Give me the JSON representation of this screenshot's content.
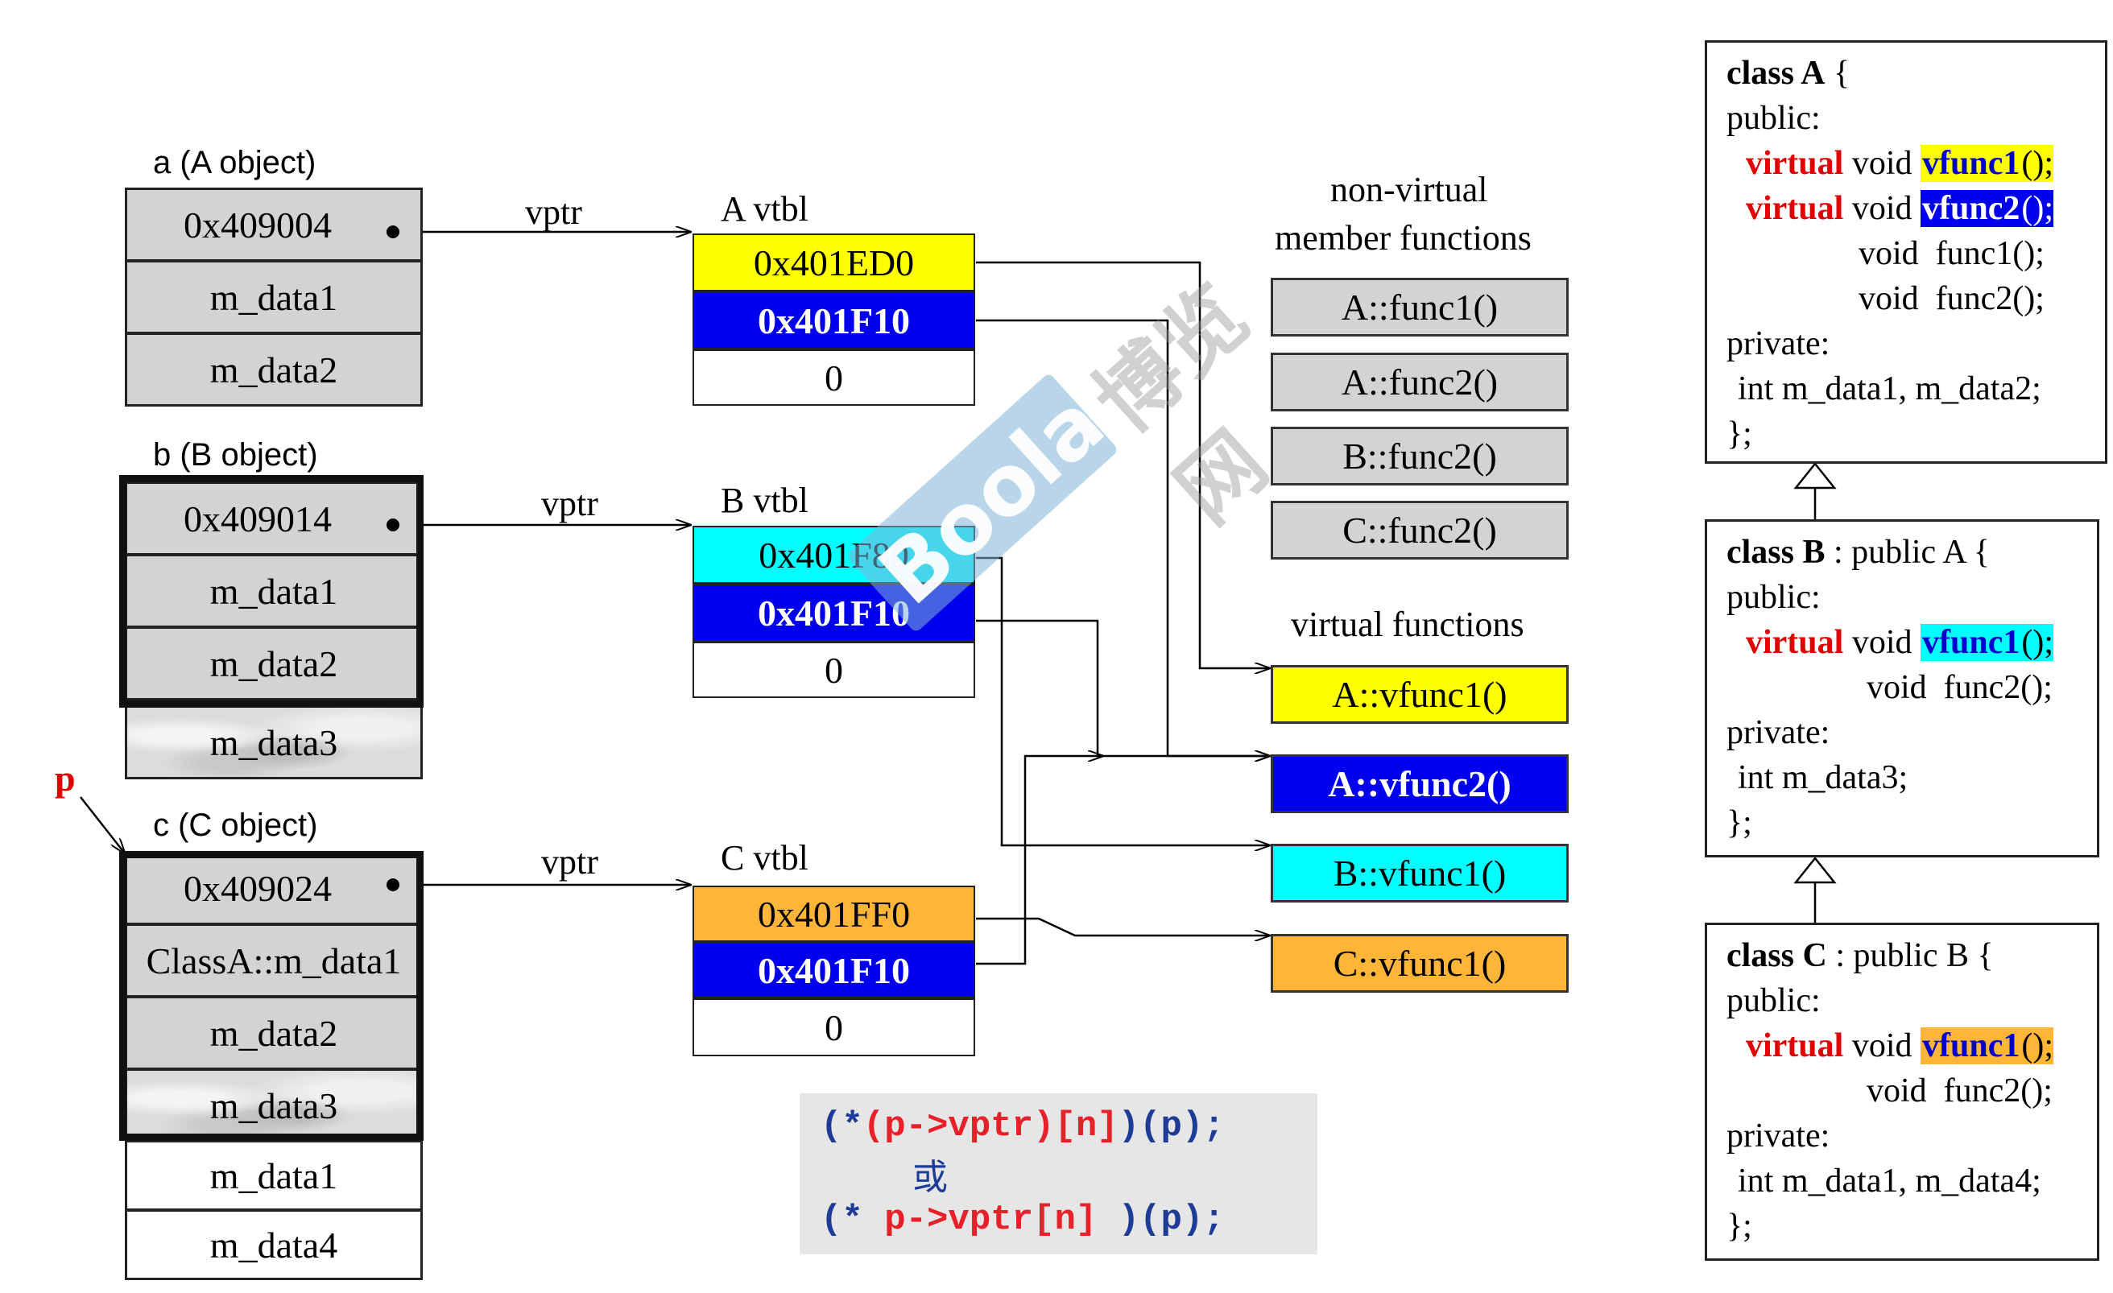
{
  "objects": [
    {
      "label": "a (A object)",
      "cells": [
        "0x409004",
        "m_data1",
        "m_data2"
      ]
    },
    {
      "label": "b (B object)",
      "cells": [
        "0x409014",
        "m_data1",
        "m_data2",
        "m_data3"
      ]
    },
    {
      "label": "c (C object)",
      "cells": [
        "0x409024",
        "ClassA::m_data1",
        "m_data2",
        "m_data3",
        "m_data1",
        "m_data4"
      ]
    }
  ],
  "pointer_label": "p",
  "vptr_label": "vptr",
  "vtables": [
    {
      "title": "A vtbl",
      "entries": [
        "0x401ED0",
        "0x401F10",
        "0"
      ]
    },
    {
      "title": "B vtbl",
      "entries": [
        "0x401F80",
        "0x401F10",
        "0"
      ]
    },
    {
      "title": "C vtbl",
      "entries": [
        "0x401FF0",
        "0x401F10",
        "0"
      ]
    }
  ],
  "nonvirtual": {
    "heading_line1": "non-virtual",
    "heading_line2": "member functions",
    "items": [
      "A::func1()",
      "A::func2()",
      "B::func2()",
      "C::func2()"
    ]
  },
  "virtual": {
    "heading": "virtual functions",
    "items": [
      "A::vfunc1()",
      "A::vfunc2()",
      "B::vfunc1()",
      "C::vfunc1()"
    ]
  },
  "formula": {
    "line1": {
      "p1": "(*",
      "p2": "(p->vptr)[n]",
      "p3": ")(p);"
    },
    "line2": "或",
    "line3": {
      "p1": "(*",
      "p2": " p->vptr[n] ",
      "p3": ")(p);"
    }
  },
  "classA": {
    "kw_class": "class A",
    "open": " {",
    "public": "public:",
    "v1_kw": "virtual",
    "v1_void": " void ",
    "v1_name": "vfunc1",
    "v1_end": "();",
    "v2_kw": "virtual",
    "v2_void": " void ",
    "v2_name": "vfunc2",
    "v2_end": "();",
    "f1": "void  func1();",
    "f2": "void  func2();",
    "private": "private:",
    "data": "int m_data1, m_data2;",
    "close": "};"
  },
  "classB": {
    "kw_class": "class B",
    "rest": " : public A {",
    "public": "public:",
    "v1_kw": "virtual",
    "v1_void": " void ",
    "v1_name": "vfunc1",
    "v1_end": "();",
    "f2": "void  func2();",
    "private": "private:",
    "data": "int m_data3;",
    "close": "};"
  },
  "classC": {
    "kw_class": "class C",
    "rest": " : public B {",
    "public": "public:",
    "v1_kw": "virtual",
    "v1_void": " void ",
    "v1_name": "vfunc1",
    "v1_end": "();",
    "f2": "void  func2();",
    "private": "private:",
    "data": "int m_data1, m_data4;",
    "close": "};"
  },
  "colors": {
    "yellow": "#ffff00",
    "blue": "#0000ee",
    "cyan": "#00ffff",
    "orange": "#ffb638",
    "red_keyword": "#e00000",
    "gray_cell": "#d3d3d3",
    "formula_bg": "#e6e6e6"
  },
  "watermark": {
    "brand": "Boolan",
    "cn": "博览网"
  }
}
